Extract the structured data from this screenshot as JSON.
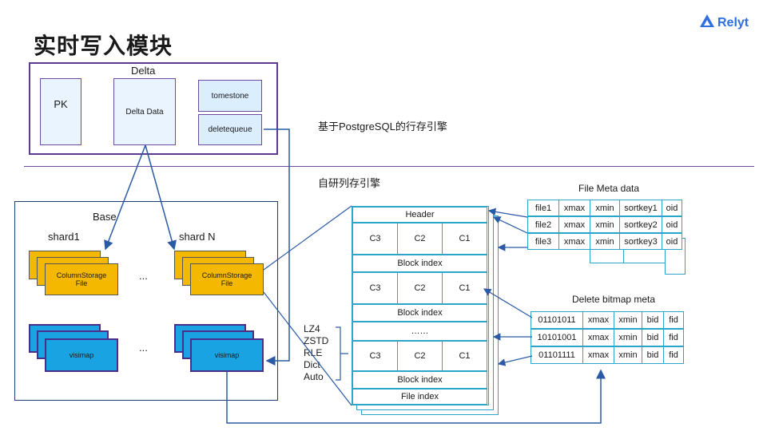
{
  "title": "实时写入模块",
  "logo": "Relyt",
  "delta": {
    "label": "Delta",
    "pk": "PK",
    "delta_data": "Delta Data",
    "tomestone": "tomestone",
    "deletequeue": "deletequeue"
  },
  "row_engine_label": "基于PostgreSQL的行存引擎",
  "col_engine_label": "自研列存引擎",
  "base": {
    "label": "Base",
    "shard1": "shard1",
    "shardn": "shard N",
    "columnstorage": "ColumnStorage\nFile",
    "ellipsis": "...",
    "visimap": "visimap"
  },
  "file_layout": {
    "header": "Header",
    "c3": "C3",
    "c2": "C2",
    "c1": "C1",
    "block_index": "Block index",
    "dots": "……",
    "file_index": "File index"
  },
  "compression": [
    "LZ4",
    "ZSTD",
    "RLE",
    "Dict",
    "Auto"
  ],
  "file_meta": {
    "title": "File Meta data",
    "rows": [
      [
        "file1",
        "xmax",
        "xmin",
        "sortkey1",
        "oid"
      ],
      [
        "file2",
        "xmax",
        "xmin",
        "sortkey2",
        "oid"
      ],
      [
        "file3",
        "xmax",
        "xmin",
        "sortkey3",
        "oid"
      ]
    ]
  },
  "delete_meta": {
    "title": "Delete bitmap meta",
    "rows": [
      [
        "01101011",
        "xmax",
        "xmin",
        "bid",
        "fid"
      ],
      [
        "10101001",
        "xmax",
        "xmin",
        "bid",
        "fid"
      ],
      [
        "01101111",
        "xmax",
        "xmin",
        "bid",
        "fid"
      ]
    ]
  },
  "colors": {
    "gold": "#f5b800",
    "blue": "#1aa3e3",
    "purple_border": "#5b3a8f",
    "teal": "#2aa6c8",
    "arrow": "#2b5aa6"
  }
}
